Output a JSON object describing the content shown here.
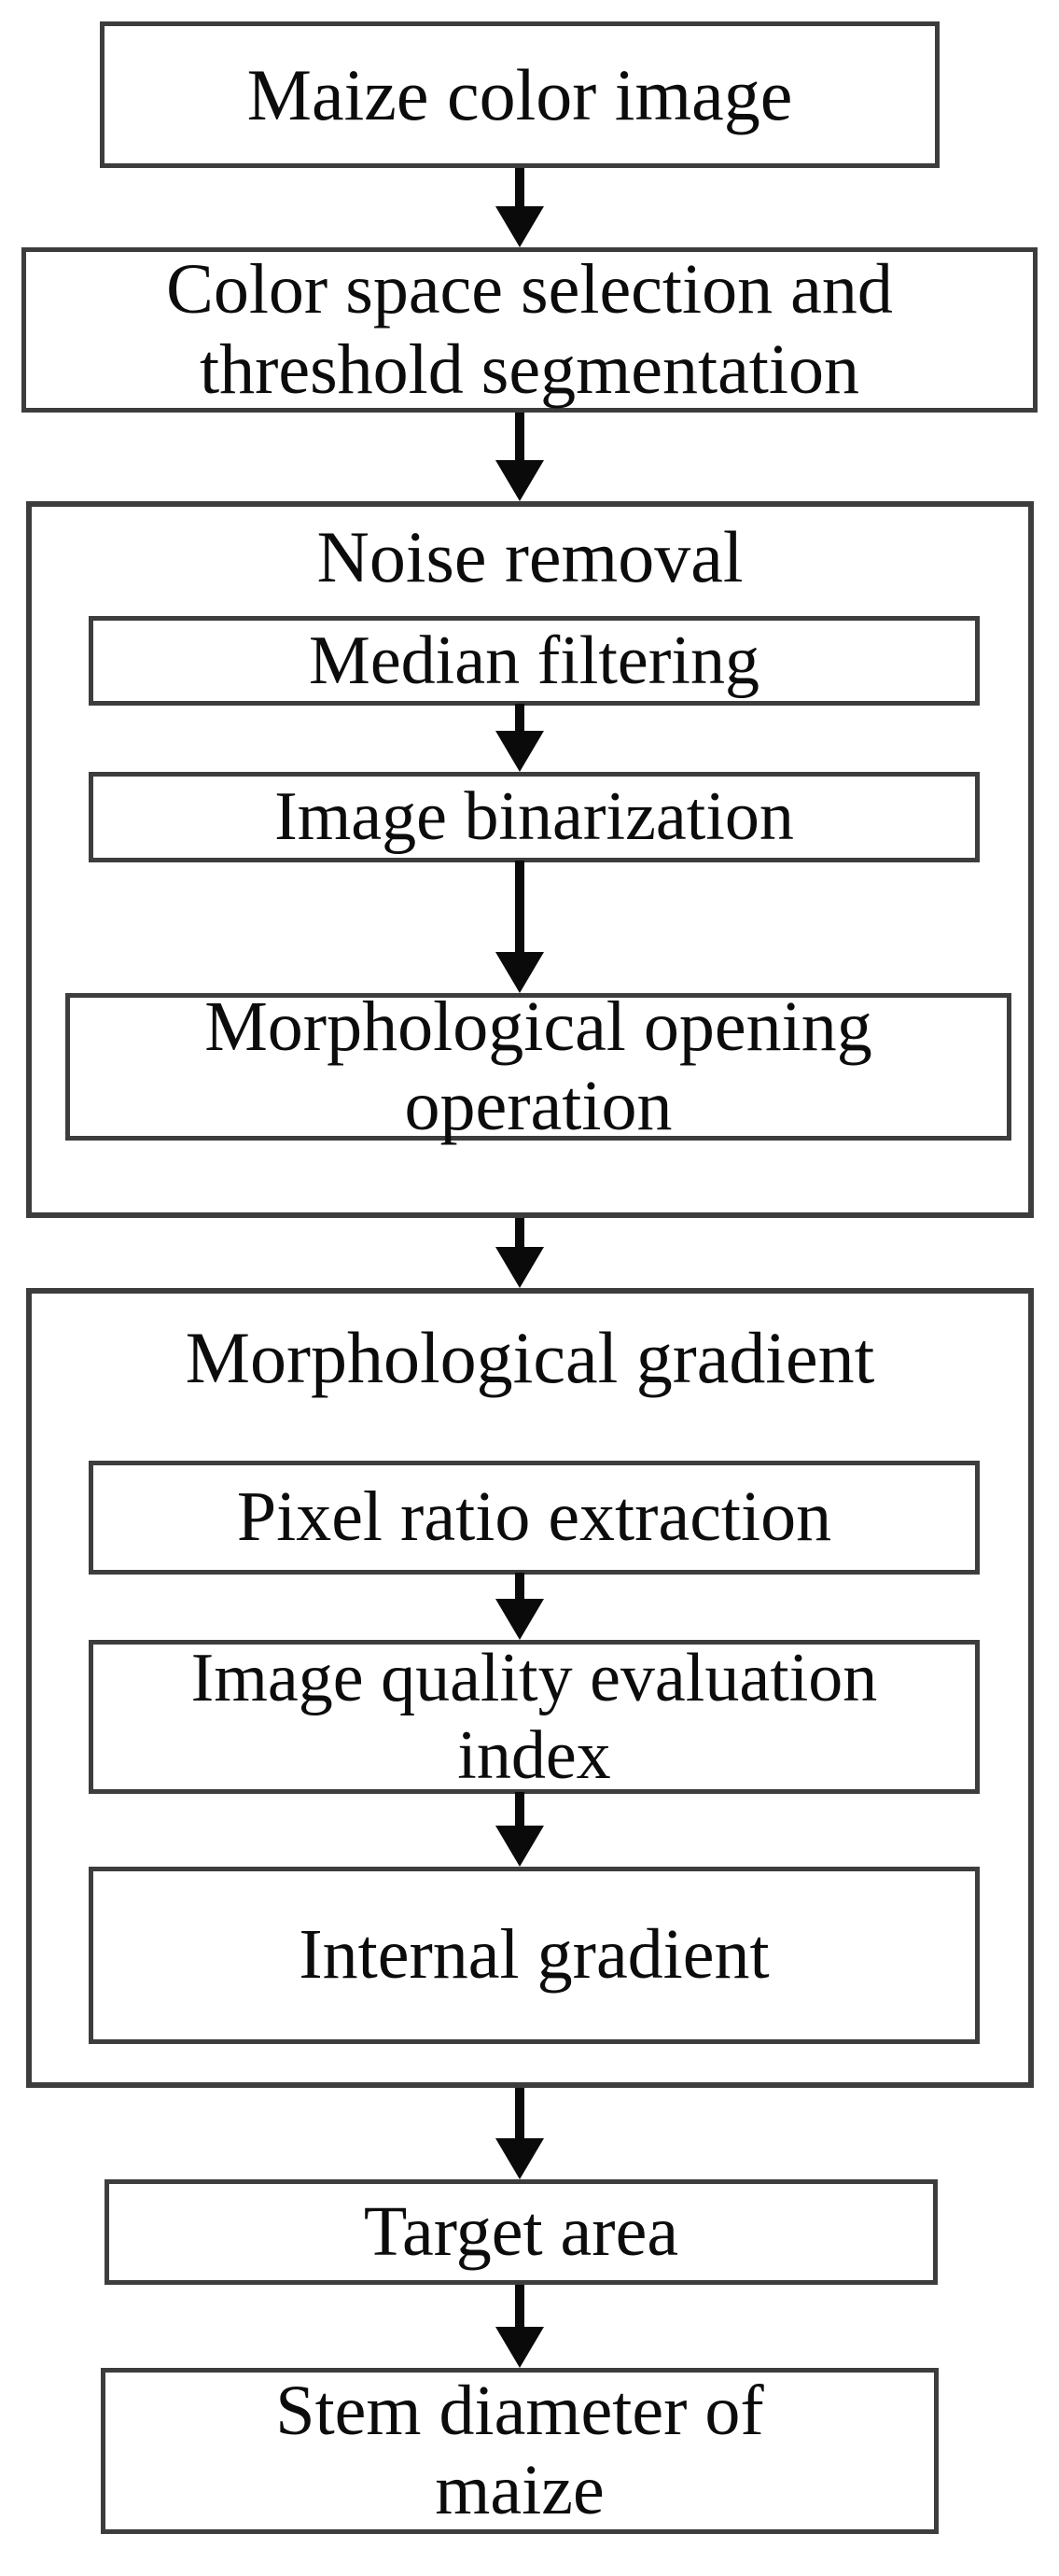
{
  "canvas": {
    "bg": "#ffffff",
    "border_color": "#3d3d3d",
    "text_color": "#0c0c0c",
    "arrow_color": "#0a0a0a"
  },
  "flow": {
    "maize_image": {
      "label": "Maize color image"
    },
    "color_space": {
      "label": [
        "Color space selection and",
        "threshold segmentation"
      ]
    },
    "noise_removal": {
      "label": "Noise removal",
      "steps": {
        "median": {
          "label": "Median filtering"
        },
        "binarization": {
          "label": "Image binarization"
        },
        "opening": {
          "label": [
            "Morphological opening",
            "operation"
          ]
        }
      }
    },
    "morphological_gradient": {
      "label": "Morphological gradient",
      "steps": {
        "pixel_ratio": {
          "label": "Pixel ratio extraction"
        },
        "quality_index": {
          "label": [
            "Image quality evaluation",
            "index"
          ]
        },
        "internal_gradient": {
          "label": "Internal gradient"
        }
      }
    },
    "target_area": {
      "label": "Target area"
    },
    "stem_diameter": {
      "label": [
        "Stem diameter of",
        "maize"
      ]
    }
  }
}
